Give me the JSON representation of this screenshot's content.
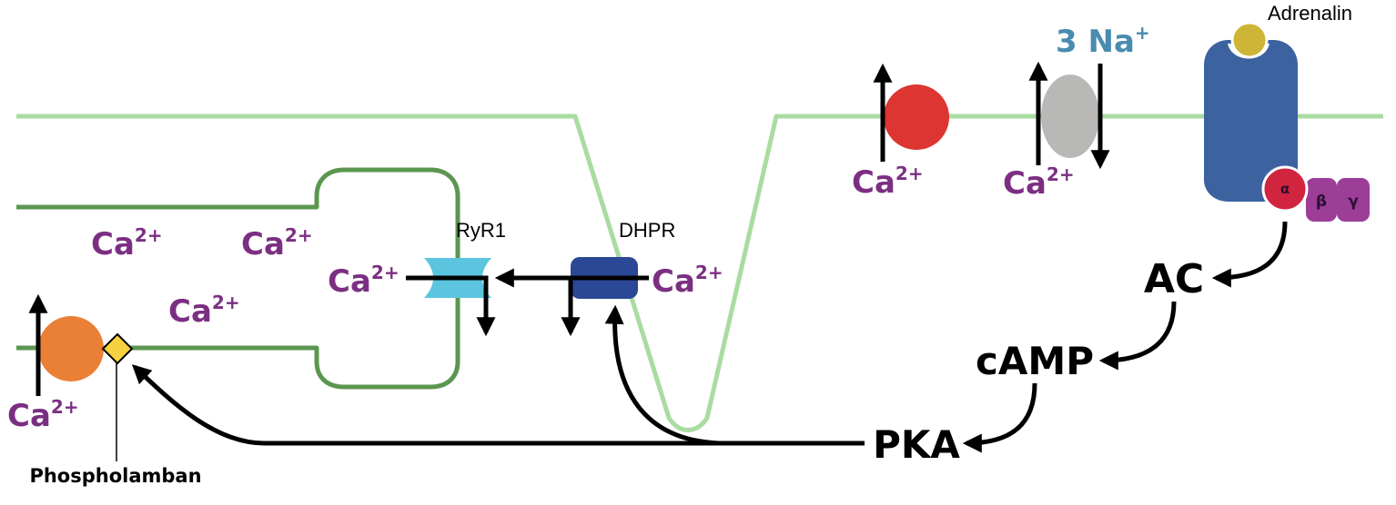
{
  "colors": {
    "sarcolemma": "#a9dca0",
    "sr_membrane": "#5b9650",
    "calcium_text": "#7b2f82",
    "sodium_text": "#4a8bb0",
    "arrow": "#000000",
    "serca_pump": "#ea7f36",
    "phospholamban": "#f7d23e",
    "ryr1": "#5bc5df",
    "dhpr": "#2b4896",
    "pmca_pump": "#dd3532",
    "ncx": "#b8b9b7",
    "receptor": "#3c62a0",
    "adrenalin": "#cdb535",
    "g_alpha": "#d0243f",
    "g_beta_gamma": "#9c3d98"
  },
  "ions": {
    "ca_base": "Ca",
    "ca_charge": "2+",
    "na_count_and_base": "3 Na",
    "na_charge": "+"
  },
  "labels": {
    "adrenalin": "Adrenalin",
    "ryr1": "RyR1",
    "dhpr": "DHPR",
    "phospholamban": "Phospholamban",
    "ac": "AC",
    "camp": "cAMP",
    "pka": "PKA",
    "g_alpha": "α",
    "g_beta": "β",
    "g_gamma": "γ"
  }
}
